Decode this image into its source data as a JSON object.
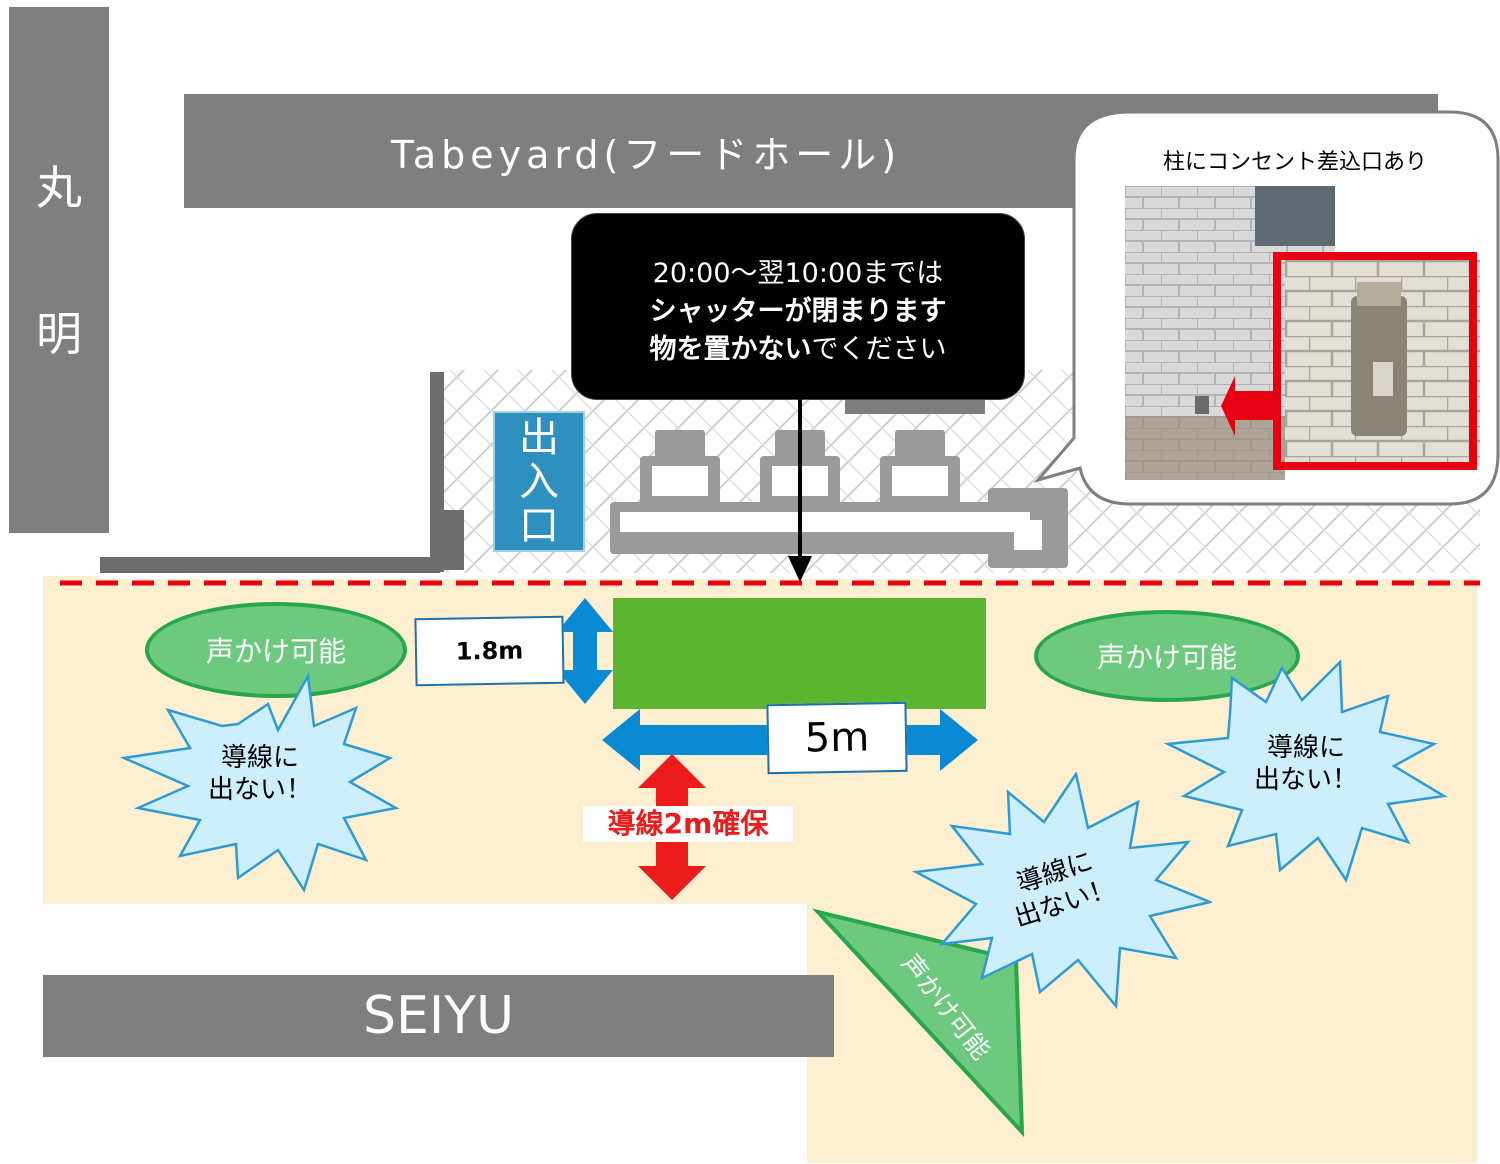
{
  "side_label": [
    "丸",
    "明"
  ],
  "top_bar": {
    "label": "Tabeyard(フードホール)"
  },
  "bottom_bar": {
    "label": "SEIYU"
  },
  "notice": {
    "line1": "20:00〜翌10:00までは",
    "line2": "シャッターが閉まります",
    "line3_bold": "物を置かない",
    "line3_rest": "でください"
  },
  "entrance": [
    "出",
    "入",
    "口"
  ],
  "outlet_callout": {
    "title": "柱にコンセント差込口あり"
  },
  "width_label": "1.8m",
  "length_label": "5m",
  "aisle_label": "導線2m確保",
  "callable_zone": {
    "left": "声かけ可能",
    "right": "声かけ可能",
    "corner": "声かけ可能"
  },
  "no_aisle_warning": {
    "left": [
      "導線に",
      "出ない！"
    ],
    "right": [
      "導線に",
      "出ない！"
    ],
    "center": [
      "導線に",
      "出ない！"
    ]
  },
  "colors": {
    "floor": "#fdefd0",
    "booth": "#5cb531",
    "green_zone": "#6cc97e",
    "burst": "#cdeefc",
    "arrow_blue": "#0a8ad3",
    "arrow_red": "#ec1c1c",
    "bar_gray": "#7f7f7f"
  }
}
